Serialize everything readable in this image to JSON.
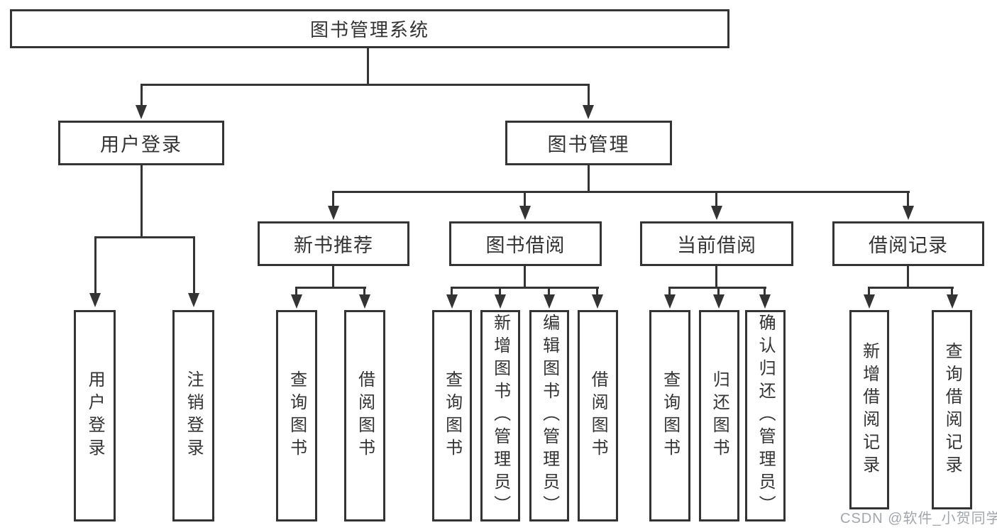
{
  "colors": {
    "line": "#343434",
    "box_border": "#343434",
    "box_fill": "#ffffff",
    "text": "#333333",
    "background": "#ffffff",
    "watermark": "#a2a7ac"
  },
  "watermark": {
    "label": "CSDN @软件_小贺同学"
  },
  "tree": {
    "root": {
      "label": "图书管理系统"
    },
    "branches": [
      {
        "label": "用户登录",
        "leaves": [
          "用户登录",
          "注销登录"
        ]
      },
      {
        "label": "图书管理",
        "groups": [
          {
            "label": "新书推荐",
            "leaves": [
              "查询图书",
              "借阅图书"
            ]
          },
          {
            "label": "图书借阅",
            "leaves": [
              "查询图书",
              "新增图书（管理员）",
              "编辑图书（管理员）",
              "借阅图书"
            ]
          },
          {
            "label": "当前借阅",
            "leaves": [
              "查询图书",
              "归还图书",
              "确认归还（管理员）"
            ]
          },
          {
            "label": "借阅记录",
            "leaves": [
              "新增借阅记录",
              "查询借阅记录"
            ]
          }
        ]
      }
    ]
  }
}
